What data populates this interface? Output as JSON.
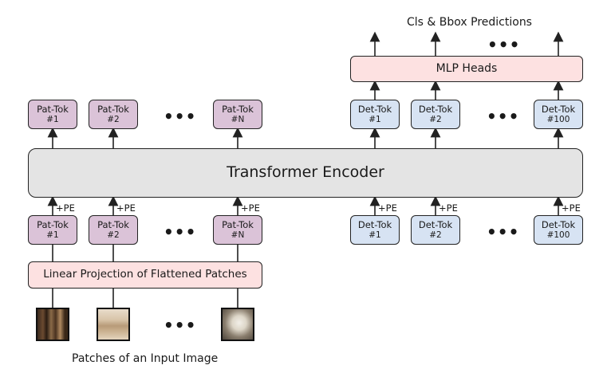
{
  "colors": {
    "pat_tok_fill": "#dbc3d8",
    "det_tok_fill": "#d7e3f3",
    "encoder_fill": "#e4e4e4",
    "pink_fill": "#fde1e1",
    "stroke": "#222222"
  },
  "top_label": "Cls & Bbox Predictions",
  "mlp_heads": "MLP Heads",
  "encoder": "Transformer Encoder",
  "linear_projection": "Linear Projection of Flattened Patches",
  "bottom_label": "Patches of an Input Image",
  "pe_label": "+PE",
  "ellipsis": "•••",
  "pat_tokens": [
    {
      "name": "Pat-Tok",
      "index": "#1"
    },
    {
      "name": "Pat-Tok",
      "index": "#2"
    },
    {
      "name": "Pat-Tok",
      "index": "#N"
    }
  ],
  "det_tokens": [
    {
      "name": "Det-Tok",
      "index": "#1"
    },
    {
      "name": "Det-Tok",
      "index": "#2"
    },
    {
      "name": "Det-Tok",
      "index": "#100"
    }
  ],
  "patches": [
    "patch-1",
    "patch-2",
    "patch-n"
  ]
}
